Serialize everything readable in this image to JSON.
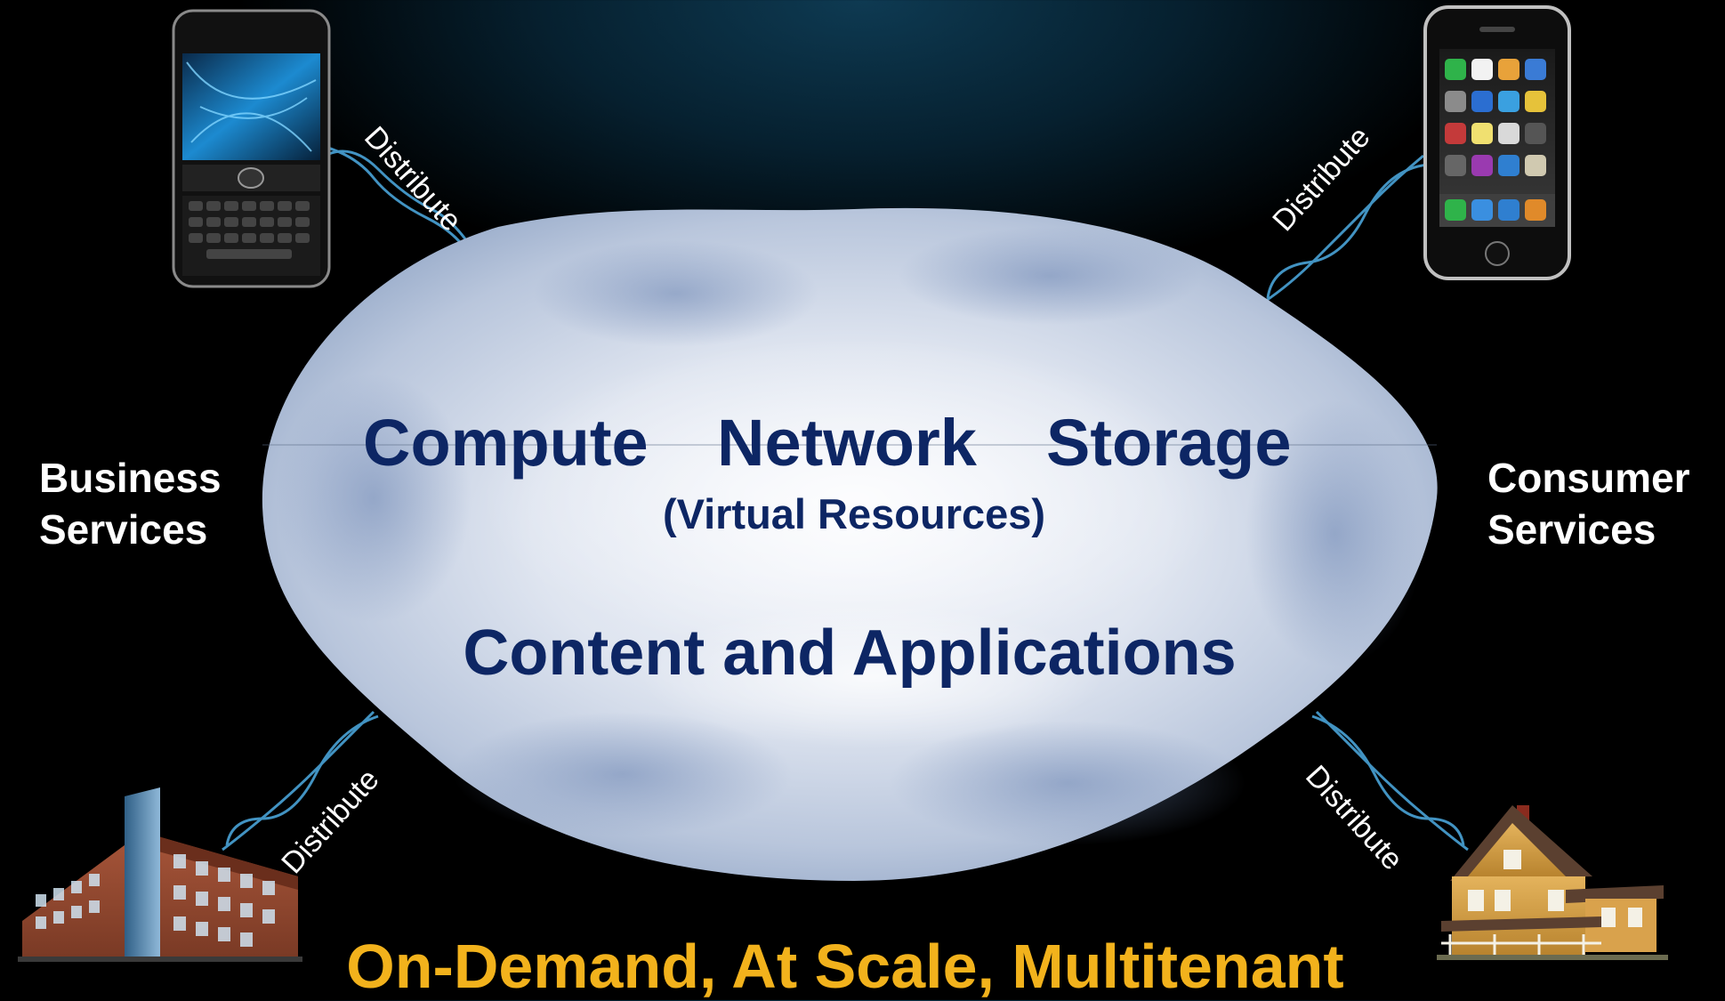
{
  "labels": {
    "business_line1": "Business",
    "business_line2": "Services",
    "consumer_line1": "Consumer",
    "consumer_line2": "Services"
  },
  "cloud": {
    "compute": "Compute",
    "network": "Network",
    "storage": "Storage",
    "virtual": "(Virtual Resources)",
    "content": "Content and Applications"
  },
  "links": {
    "top_left": "Distribute",
    "top_right": "Distribute",
    "bottom_left": "Distribute",
    "bottom_right": "Distribute"
  },
  "tagline": "On-Demand, At Scale, Multitenant",
  "colors": {
    "cloud_text": "#0d2664",
    "tagline": "#f2b21c",
    "background": "#000000",
    "helix": "#4aa3d8"
  }
}
